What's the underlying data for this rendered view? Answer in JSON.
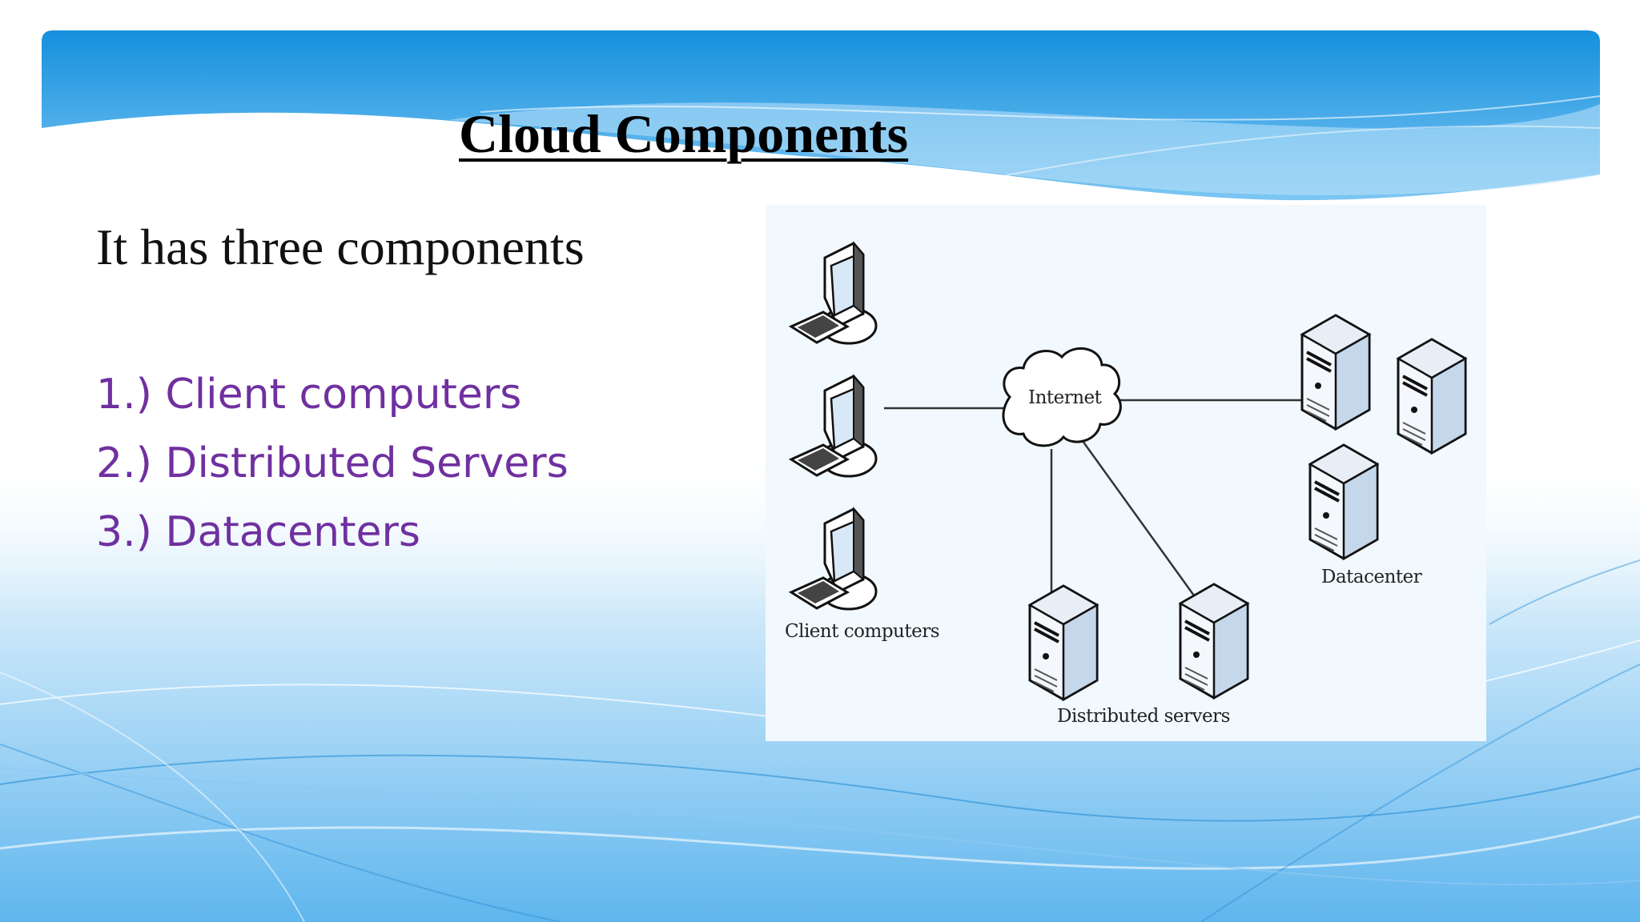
{
  "slide": {
    "title": "Cloud Components",
    "subtitle": "It has three components",
    "items": [
      "1.) Client computers",
      "2.) Distributed Servers",
      "3.) Datacenters"
    ]
  },
  "diagram": {
    "labels": {
      "internet": "Internet",
      "client_computers": "Client computers",
      "datacenter": "Datacenter",
      "distributed_servers": "Distributed servers"
    }
  },
  "colors": {
    "title_text": "#000000",
    "list_text": "#7030a0",
    "banner_blue": "#1b95e0",
    "diagram_bg": "#f1f9fe"
  }
}
